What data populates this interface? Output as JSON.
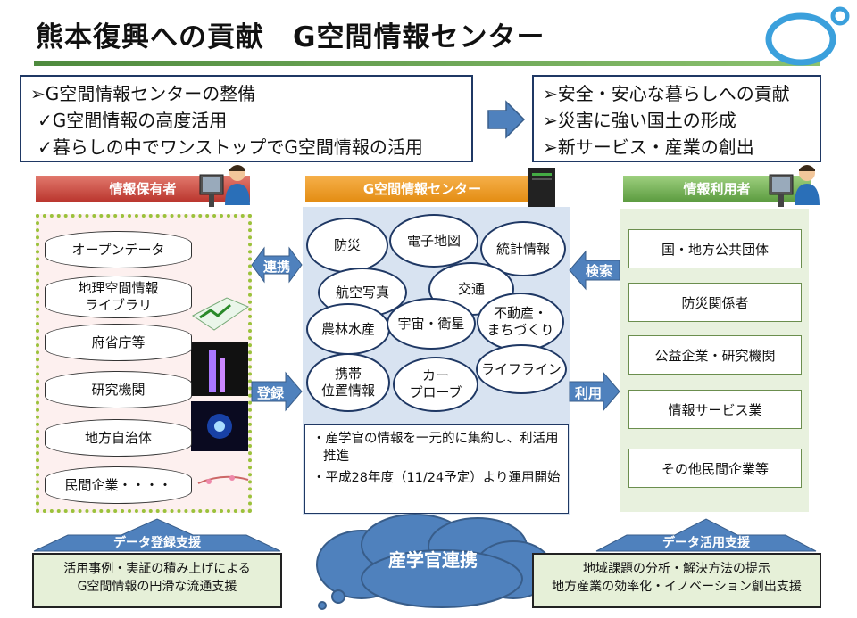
{
  "title": "熊本復興への貢献　G空間情報センター",
  "top_left": {
    "line1": "➢G空間情報センターの整備",
    "line2": "✓G空間情報の高度活用",
    "line3": "✓暮らしの中でワンストップでG空間情報の活用"
  },
  "top_right": {
    "line1": "➢安全・安心な暮らしへの貢献",
    "line2": "➢災害に強い国土の形成",
    "line3": "➢新サービス・産業の創出"
  },
  "left_header": "情報保有者",
  "center_header": "G空間情報センター",
  "right_header": "情報利用者",
  "holders": [
    "オープンデータ",
    "地理空間情報\nライブラリ",
    "府省庁等",
    "研究機関",
    "地方自治体",
    "民間企業・・・・"
  ],
  "center_items": {
    "bousai": "防災",
    "denshi": "電子地図",
    "toukei": "統計情報",
    "koukuu": "航空写真",
    "koutsuu": "交通",
    "nourin": "農林水産",
    "uchuu": "宇宙・衛星",
    "fudousan": "不動産・\nまちづくり",
    "keitai": "携帯\n位置情報",
    "car": "カー\nプローブ",
    "lifeline": "ライフライン"
  },
  "arrows": {
    "renkei": "連携",
    "touroku": "登録",
    "kensaku": "検索",
    "riyou": "利用"
  },
  "users": [
    "国・地方公共団体",
    "防災関係者",
    "公益企業・研究機関",
    "情報サービス業",
    "その他民間企業等"
  ],
  "notes": {
    "n1": "・産学官の情報を一元的に集約し、利活用推進",
    "n2": "・平成28年度（11/24予定）より運用開始"
  },
  "cloud_label": "産学官連携",
  "support_left": "データ登録支援",
  "support_right": "データ活用支援",
  "bottom_left": {
    "line1": "活用事例・実証の積み上げによる",
    "line2": "G空間情報の円滑な流通支援"
  },
  "bottom_right": {
    "line1": "地域課題の分析・解決方法の提示",
    "line2": "地方産業の効率化・イノベーション創出支援"
  }
}
